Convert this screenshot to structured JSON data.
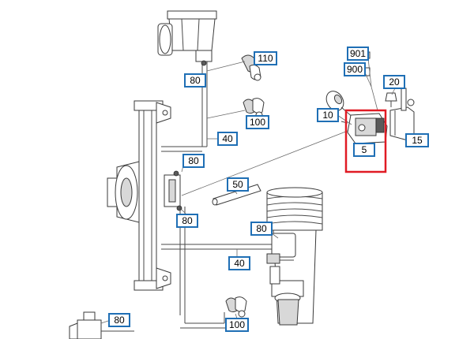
{
  "colors": {
    "label_border": "#1f6fb5",
    "highlight": "#e01b24",
    "line": "#4a4a4a"
  },
  "callouts": [
    {
      "id": "c-110",
      "text": "110"
    },
    {
      "id": "c-80-top",
      "text": "80"
    },
    {
      "id": "c-100-top",
      "text": "100"
    },
    {
      "id": "c-40-top",
      "text": "40"
    },
    {
      "id": "c-901",
      "text": "901"
    },
    {
      "id": "c-900",
      "text": "900"
    },
    {
      "id": "c-20",
      "text": "20"
    },
    {
      "id": "c-10",
      "text": "10"
    },
    {
      "id": "c-5",
      "text": "5"
    },
    {
      "id": "c-15",
      "text": "15"
    },
    {
      "id": "c-80-mid",
      "text": "80"
    },
    {
      "id": "c-50",
      "text": "50"
    },
    {
      "id": "c-80-left",
      "text": "80"
    },
    {
      "id": "c-80-right",
      "text": "80"
    },
    {
      "id": "c-40-bot",
      "text": "40"
    },
    {
      "id": "c-80-bot",
      "text": "80"
    },
    {
      "id": "c-100-bot",
      "text": "100"
    }
  ],
  "highlighted_part": "5"
}
